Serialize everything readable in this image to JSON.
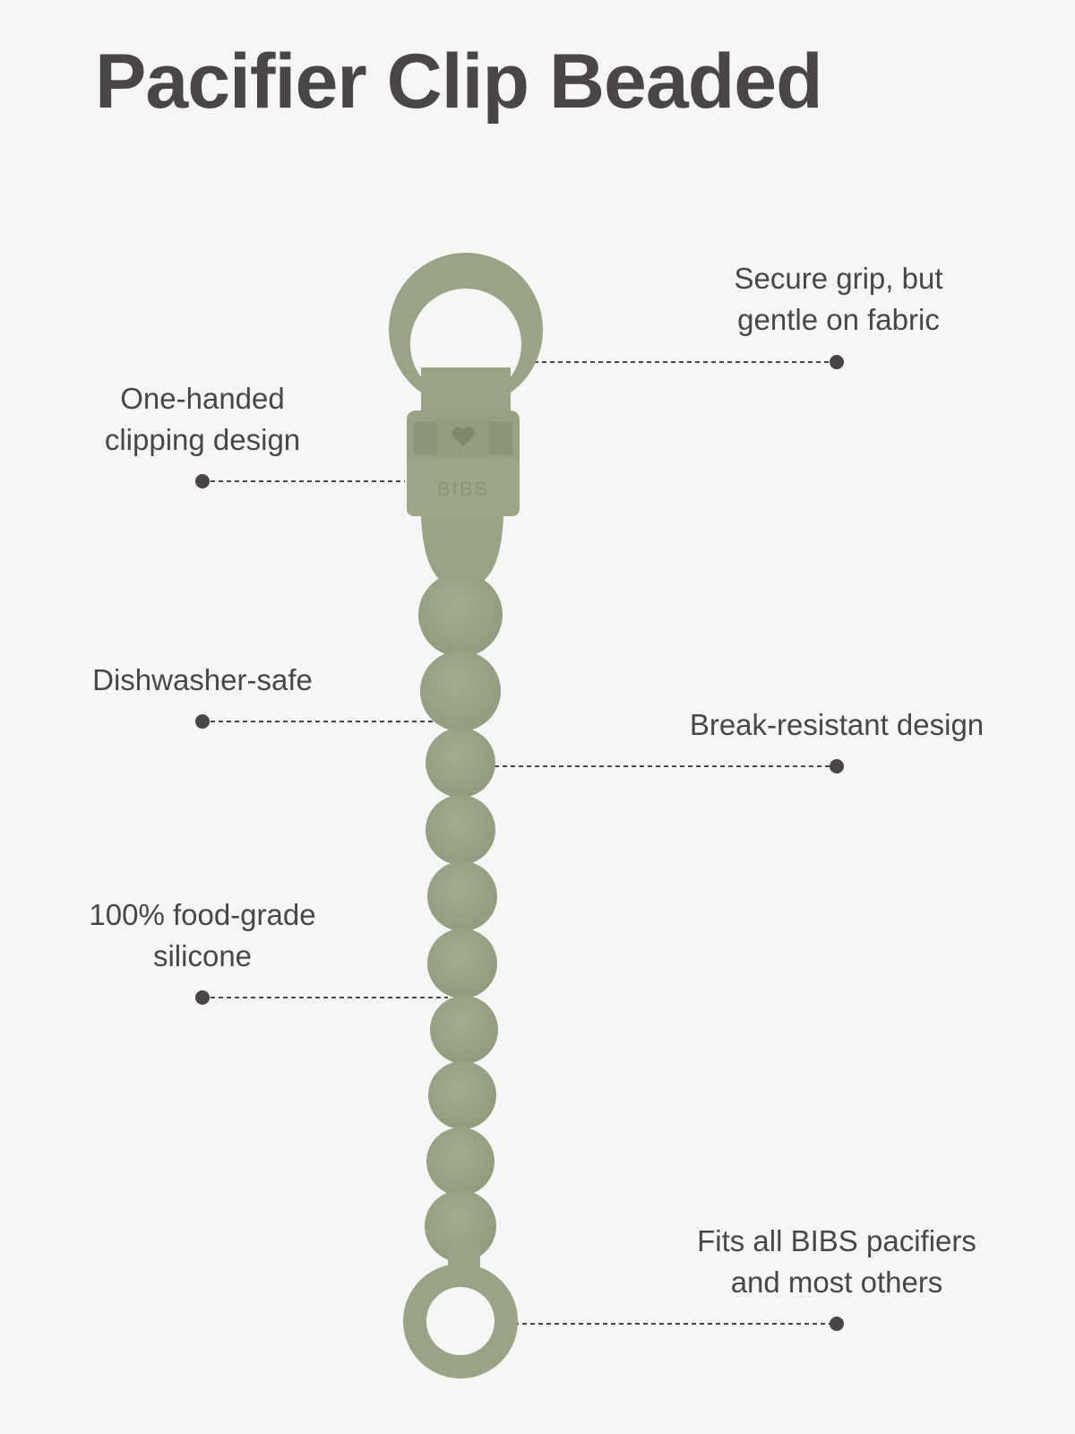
{
  "title": "Pacifier Clip Beaded",
  "brand_mark": "BIBS",
  "colors": {
    "background": "#f6f6f6",
    "silicone": "#98a483",
    "silicone_dark": "#8a9676",
    "text": "#4a4647",
    "leader_line": "#4a4647"
  },
  "features": [
    {
      "id": "secure-grip",
      "lines": [
        "Secure grip, but",
        "gentle on fabric"
      ]
    },
    {
      "id": "one-handed",
      "lines": [
        "One-handed",
        "clipping design"
      ]
    },
    {
      "id": "dishwasher",
      "lines": [
        "Dishwasher-safe"
      ]
    },
    {
      "id": "break-resistant",
      "lines": [
        "Break-resistant design"
      ]
    },
    {
      "id": "food-grade",
      "lines": [
        "100% food-grade",
        "silicone"
      ]
    },
    {
      "id": "fits-pacifiers",
      "lines": [
        "Fits all BIBS pacifiers",
        "and most others"
      ]
    }
  ]
}
